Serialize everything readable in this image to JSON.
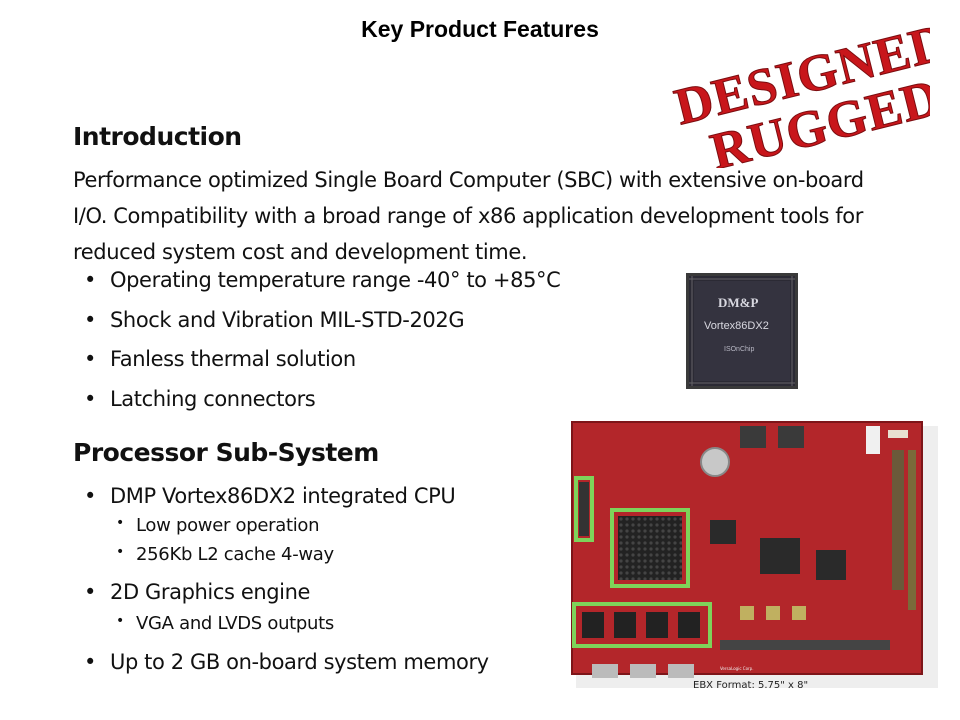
{
  "slide": {
    "title": "Key Product Features"
  },
  "stamp": {
    "line1": "DESIGNED",
    "line2": "RUGGED!",
    "color": "#c8161b"
  },
  "intro": {
    "heading": "Introduction",
    "paragraph": "Performance optimized Single Board Computer (SBC) with extensive on-board I/O.  Compatibility with a broad range of x86 application development tools for reduced system cost and development time.",
    "bullets": [
      "Operating temperature range -40° to +85°C",
      "Shock and Vibration MIL-STD-202G",
      "Fanless thermal solution",
      "Latching connectors"
    ]
  },
  "processor": {
    "heading": "Processor Sub-System",
    "item1": "DMP Vortex86DX2 integrated CPU",
    "item1_sub": [
      "Low power operation",
      "256Kb L2 cache 4-way"
    ],
    "item2": "2D Graphics engine",
    "item2_sub": [
      "VGA and LVDS outputs"
    ],
    "item3": "Up to 2 GB on-board system memory"
  },
  "chip": {
    "brand": "DM&P",
    "model": "Vortex86DX2",
    "sub": "ISOnChip"
  },
  "board": {
    "caption": "EBX Format: 5.75\"  x 8\"",
    "pcb_color": "#b3262a",
    "highlight_color": "#7ed35a"
  }
}
